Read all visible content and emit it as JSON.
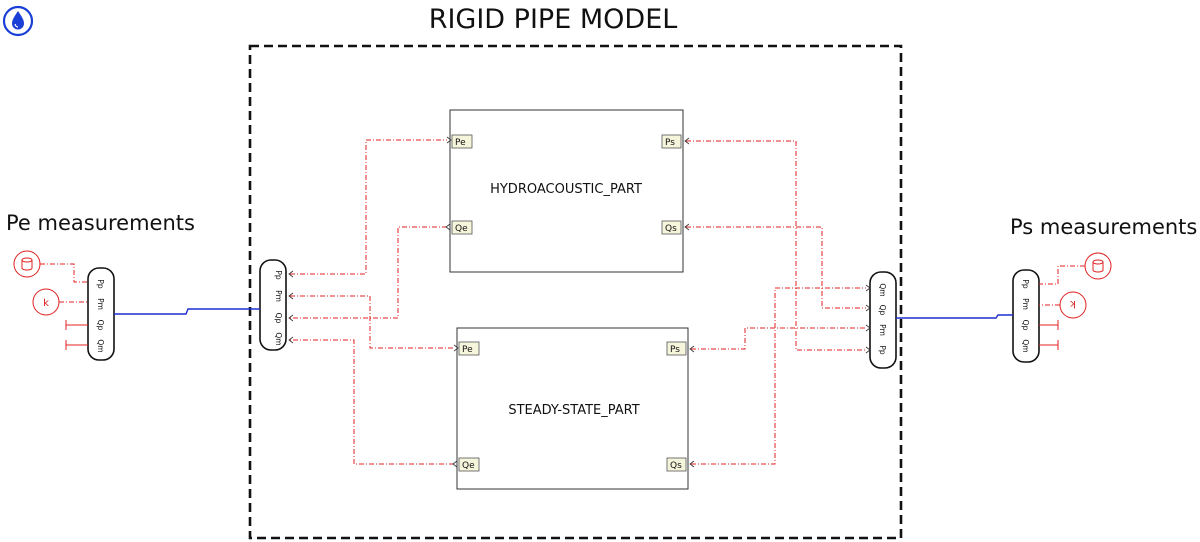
{
  "diagram": {
    "title": "RIGID PIPE MODEL",
    "left_label": "Pe measurements",
    "right_label": "Ps measurements",
    "blocks": [
      {
        "id": "hydro",
        "name": "HYDROACOUSTIC_PART",
        "ports_left": [
          "Pe",
          "Qe"
        ],
        "ports_right": [
          "Ps",
          "Qs"
        ]
      },
      {
        "id": "steady",
        "name": "STEADY-STATE_PART",
        "ports_left": [
          "Pe",
          "Qe"
        ],
        "ports_right": [
          "Ps",
          "Qs"
        ]
      }
    ],
    "inner_left_bus": [
      "Pp",
      "Pm",
      "Qp",
      "Qm"
    ],
    "inner_right_bus": [
      "Qm",
      "Qp",
      "Pm",
      "Pp"
    ],
    "outer_left_bus": [
      "Pp",
      "Pm",
      "Qp",
      "Qm"
    ],
    "outer_right_bus": [
      "Pp",
      "Pm",
      "Qp",
      "Qm"
    ],
    "left_sources": [
      "cylinder",
      "k"
    ],
    "right_sources": [
      "cylinder",
      "k"
    ],
    "icon": "water-drop-icon"
  }
}
